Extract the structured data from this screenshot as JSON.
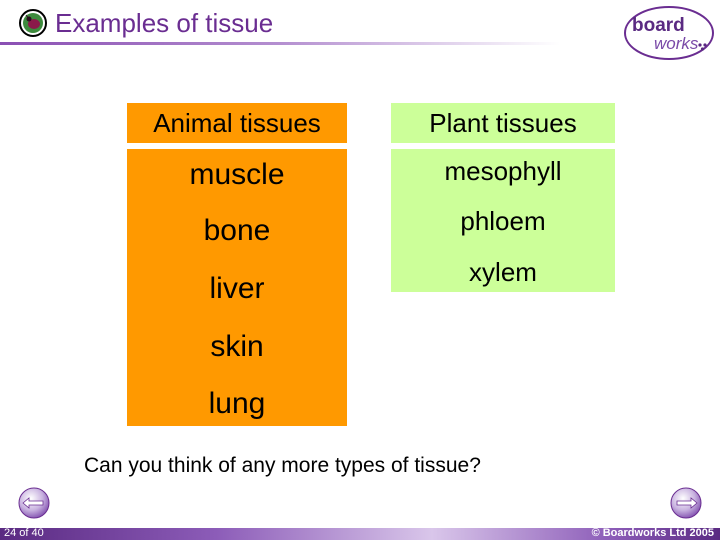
{
  "header": {
    "title": "Examples of tissue",
    "logo": {
      "line1": "board",
      "line2": "works"
    }
  },
  "table": {
    "animal_header": "Animal tissues",
    "plant_header": "Plant tissues",
    "animal_items": [
      "muscle",
      "bone",
      "liver",
      "skin",
      "lung"
    ],
    "plant_items": [
      "mesophyll",
      "phloem",
      "xylem"
    ]
  },
  "question": "Can you think of any more types of tissue?",
  "footer": {
    "page": "24 of 40",
    "copyright": "© Boardworks Ltd 2005"
  },
  "colors": {
    "animal": "#ff9900",
    "plant": "#ccff99",
    "title": "#6a2d91"
  },
  "icons": {
    "title": "ladybird-icon",
    "prev": "previous-arrow-icon",
    "next": "next-arrow-icon"
  }
}
